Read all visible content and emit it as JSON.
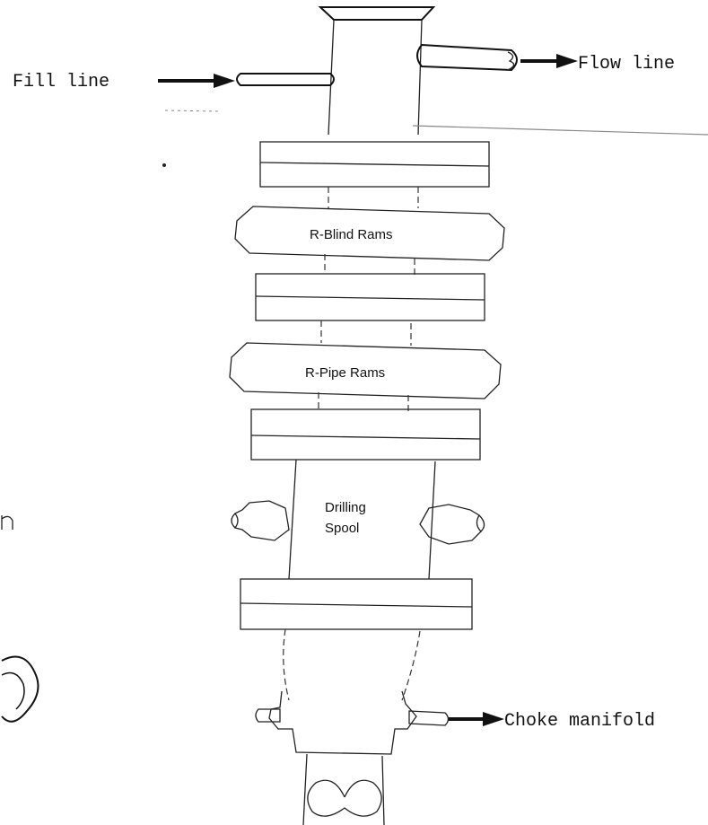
{
  "diagram": {
    "labels": {
      "fill_line": "Fill line",
      "flow_line": "Flow line",
      "blind_rams": "R-Blind Rams",
      "pipe_rams": "R-Pipe Rams",
      "drilling_spool_1": "Drilling",
      "drilling_spool_2": "Spool",
      "choke_manifold": "Choke manifold"
    },
    "colors": {
      "ink": "#111111",
      "background": "#ffffff"
    }
  }
}
